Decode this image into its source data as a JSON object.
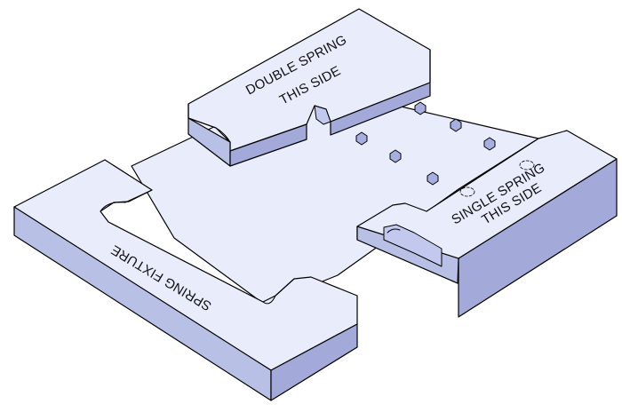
{
  "model": {
    "labels": {
      "double_spring_line1": "DOUBLE SPRING",
      "double_spring_line2": "THIS SIDE",
      "single_spring_line1": "SINGLE SPRING",
      "single_spring_line2": "THIS SIDE",
      "fixture_name": "SPRING FIXTURE"
    },
    "colors": {
      "top_face": "#e9ecfb",
      "left_face": "#b9c0e6",
      "front_face": "#a3aad9",
      "edge": "#000000",
      "background": "#ffffff"
    }
  }
}
